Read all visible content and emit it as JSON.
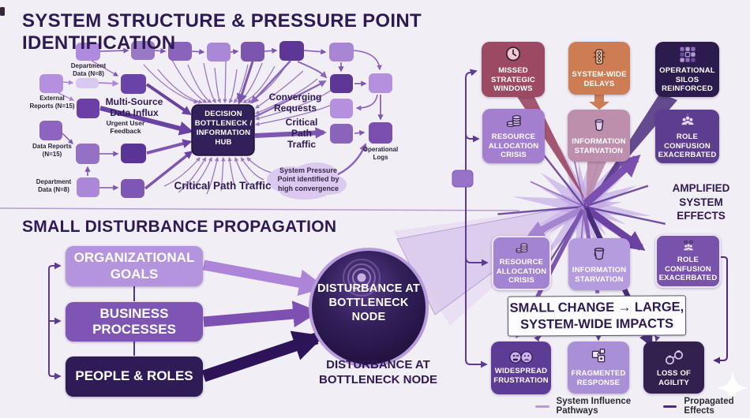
{
  "titles": {
    "main": "SYSTEM STRUCTURE & PRESSURE POINT IDENTIFICATION",
    "section2": "SMALL DISTURBANCE PROPAGATION"
  },
  "network": {
    "hub": "DECISION BOTTLENECK / INFORMATION HUB",
    "dept_data_top": "Department Data (N=8)",
    "external_reports": "External Reports (N=15)",
    "urgent_user_feedback": "Urgent User Feedback",
    "data_reports": "Data Reports (N=15)",
    "dept_data_bottom": "Department Data (N=8)",
    "multi_source": "Multi-Source Data Influx",
    "converging_requests": "Converging Requests",
    "critical_path_right": "Critical Path Traffic",
    "critical_path_bottom": "Critical Path Traffic",
    "operational_logs": "Operational Logs",
    "pressure_cloud": "System Pressure Point identified by high convergence"
  },
  "propagation": {
    "sources": [
      {
        "label": "ORGANIZATIONAL GOALS",
        "color": "#b394dd"
      },
      {
        "label": "BUSINESS PROCESSES",
        "color": "#7e55b4"
      },
      {
        "label": "PEOPLE & ROLES",
        "color": "#2f1b56"
      }
    ],
    "node_label": "DISTURBANCE AT BOTTLENECK NODE",
    "node_caption": "DISTURBANCE AT BOTTLENECK NODE"
  },
  "effects": {
    "row1": [
      {
        "label": "MISSED STRATEGIC WINDOWS",
        "icon": "clock-icon",
        "color": "#9c4a63"
      },
      {
        "label": "SYSTEM-WIDE DELAYS",
        "icon": "traffic-light-icon",
        "color": "#cd7c54"
      },
      {
        "label": "OPERATIONAL SILOS REINFORCED",
        "icon": "silos-grid-icon",
        "color": "#2c1b4d"
      }
    ],
    "row2": [
      {
        "label": "RESOURCE ALLOCATION CRISIS",
        "icon": "coins-icon",
        "color": "#a47fd0"
      },
      {
        "label": "INFORMATION STARVATION",
        "icon": "empty-cup-icon",
        "color": "#bd8fad"
      },
      {
        "label": "ROLE CONFUSION EXACERBATED",
        "icon": "team-icon",
        "color": "#5d3d90"
      }
    ],
    "row3": [
      {
        "label": "RESOURCE ALLOCATION CRISIS",
        "icon": "coins-icon",
        "color": "#a284d2"
      },
      {
        "label": "INFORMATION STARVATION",
        "icon": "bucket-icon",
        "color": "#b49cde"
      },
      {
        "label": "ROLE CONFUSION EXACERBATED",
        "icon": "team-question-icon",
        "color": "#7852ab"
      }
    ],
    "row4": [
      {
        "label": "WIDESPREAD FRUSTRATION",
        "icon": "faces-icon",
        "color": "#5d3c96"
      },
      {
        "label": "FRAGMENTED RESPONSE",
        "icon": "puzzle-icon",
        "color": "#a98fd6"
      },
      {
        "label": "LOSS OF AGILITY",
        "icon": "handcuffs-icon",
        "color": "#32214e"
      }
    ],
    "amplified": "AMPLIFIED SYSTEM EFFECTS",
    "impact_note": "SMALL CHANGE → LARGE, SYSTEM-WIDE IMPACTS"
  },
  "legend": {
    "items": [
      {
        "label": "System Influence Pathways",
        "color": "#b79ad6"
      },
      {
        "label": "Propagated Effects",
        "color": "#4a2d7a"
      }
    ]
  }
}
